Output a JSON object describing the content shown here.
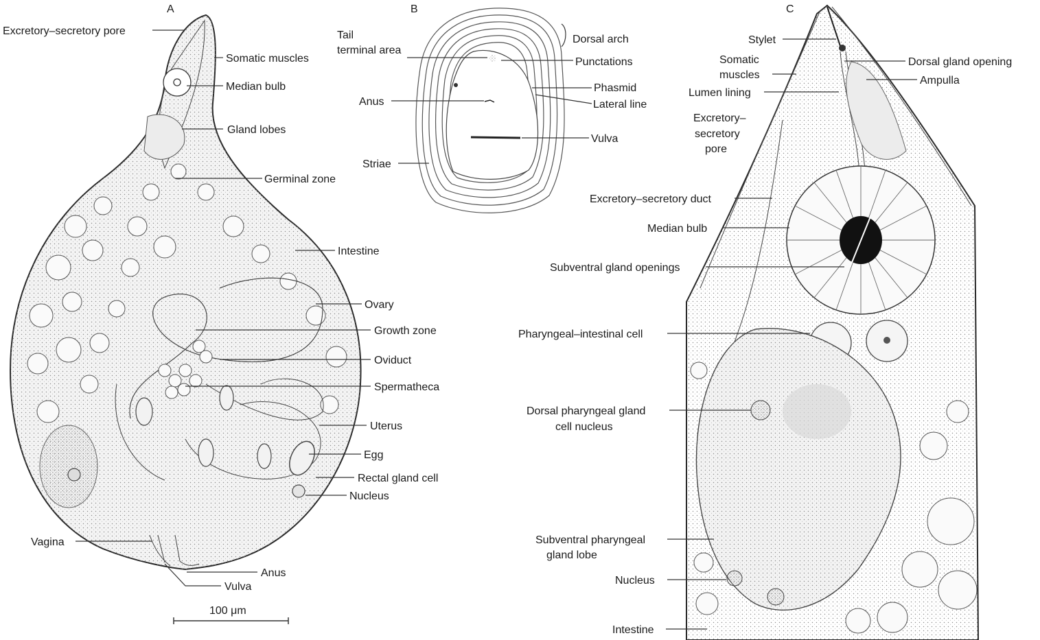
{
  "panels": {
    "a": {
      "letter": "A",
      "labels": {
        "excretory_pore": "Excretory–secretory pore",
        "somatic_muscles": "Somatic muscles",
        "median_bulb": "Median bulb",
        "gland_lobes": "Gland lobes",
        "germinal_zone": "Germinal zone",
        "intestine": "Intestine",
        "ovary": "Ovary",
        "growth_zone": "Growth zone",
        "oviduct": "Oviduct",
        "spermatheca": "Spermatheca",
        "uterus": "Uterus",
        "egg": "Egg",
        "rectal_gland_cell": "Rectal gland cell",
        "nucleus": "Nucleus",
        "vagina": "Vagina",
        "anus": "Anus",
        "vulva": "Vulva"
      },
      "scale_bar": "100 μm"
    },
    "b": {
      "letter": "B",
      "labels": {
        "tail_line1": "Tail",
        "tail_line2": "terminal area",
        "dorsal_arch": "Dorsal arch",
        "punctations": "Punctations",
        "phasmid": "Phasmid",
        "lateral_line": "Lateral line",
        "anus": "Anus",
        "vulva": "Vulva",
        "striae": "Striae"
      }
    },
    "c": {
      "letter": "C",
      "labels": {
        "stylet": "Stylet",
        "somatic_line1": "Somatic",
        "somatic_line2": "muscles",
        "dorsal_gland_opening": "Dorsal gland opening",
        "ampulla": "Ampulla",
        "lumen_lining": "Lumen lining",
        "excretory_line1": "Excretory–",
        "excretory_line2": "secretory",
        "excretory_line3": "pore",
        "excretory_duct": "Excretory–secretory duct",
        "median_bulb": "Median bulb",
        "subventral_openings": "Subventral gland openings",
        "pharyngeal_intestinal": "Pharyngeal–intestinal cell",
        "dorsal_nucleus_line1": "Dorsal pharyngeal gland",
        "dorsal_nucleus_line2": "cell nucleus",
        "subventral_lobe_line1": "Subventral pharyngeal",
        "subventral_lobe_line2": "gland lobe",
        "nucleus": "Nucleus",
        "intestine": "Intestine"
      }
    }
  }
}
